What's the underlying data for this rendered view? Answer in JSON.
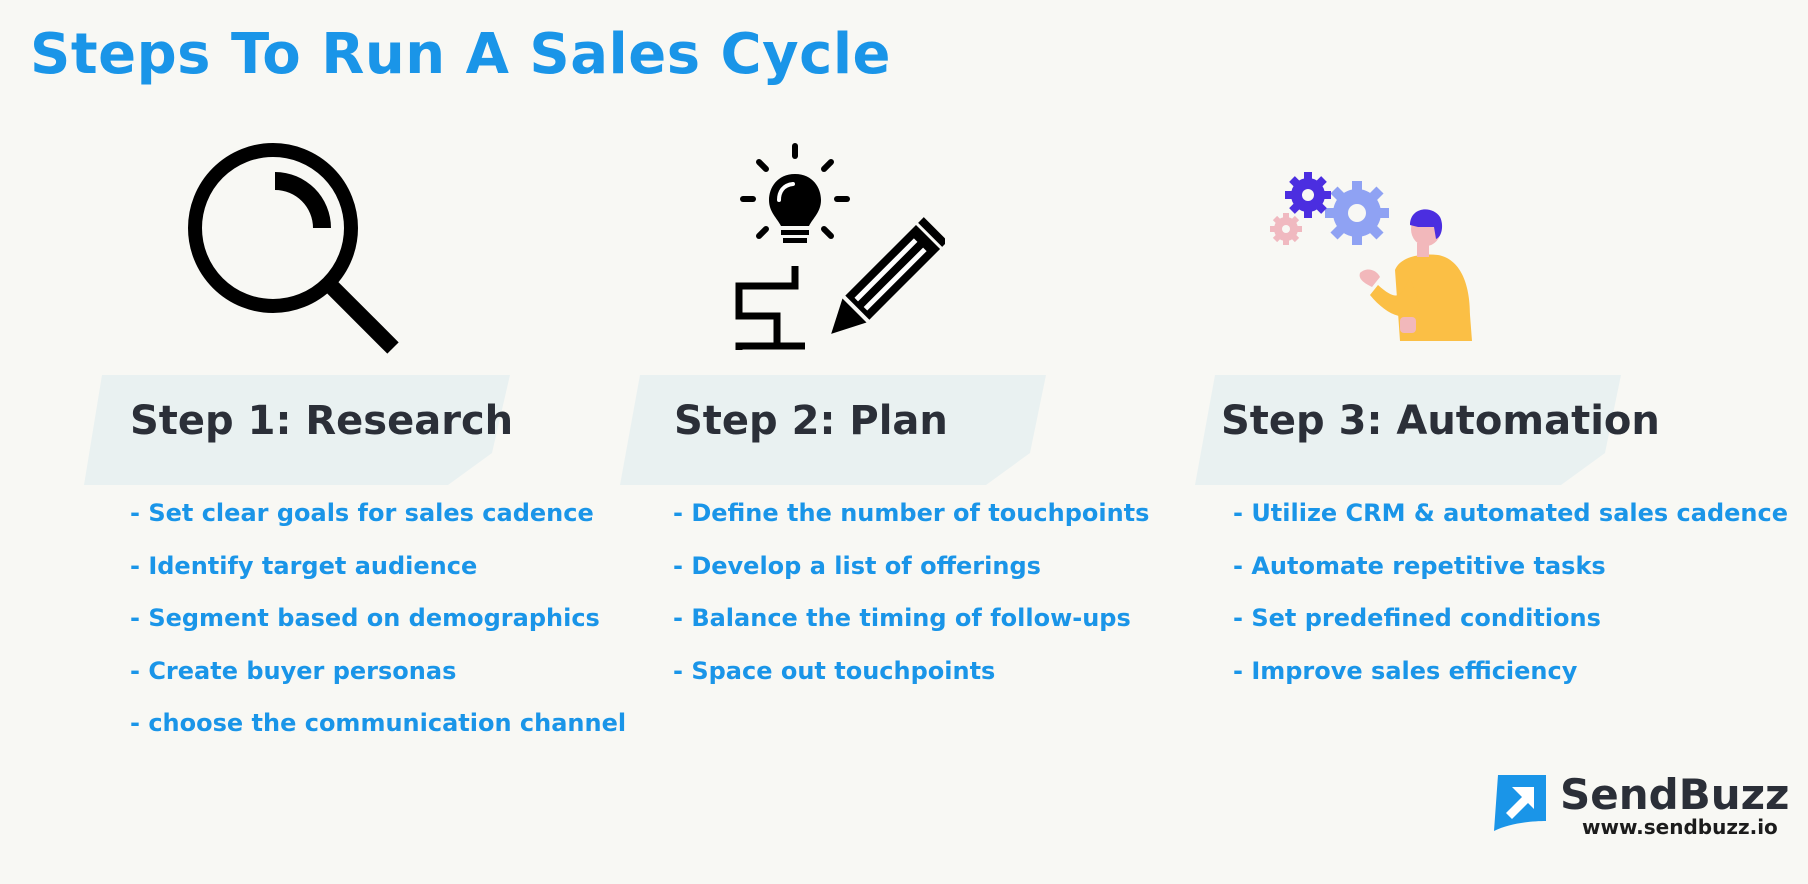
{
  "title": "Steps To Run A Sales Cycle",
  "colors": {
    "accent": "#1a95e8",
    "dark_text": "#2b2f38",
    "banner": "#e9f1f1",
    "background": "#f8f8f4"
  },
  "steps": [
    {
      "label": "Step 1: Research",
      "icon": "magnifying-glass-icon",
      "bullets": [
        "- Set clear goals for sales cadence",
        "- Identify target audience",
        "- Segment based on demographics",
        "- Create buyer personas",
        "- choose the communication channel"
      ]
    },
    {
      "label": "Step 2: Plan",
      "icon": "lightbulb-pencil-icon",
      "bullets": [
        "- Define the number of touchpoints",
        "- Develop a list of offerings",
        "- Balance the timing of follow-ups",
        "- Space out touchpoints"
      ]
    },
    {
      "label": "Step 3: Automation",
      "icon": "person-gears-icon",
      "bullets": [
        "- Utilize CRM & automated sales cadence",
        "- Automate repetitive tasks",
        "- Set predefined conditions",
        "- Improve sales efficiency"
      ]
    }
  ],
  "brand": {
    "name": "SendBuzz",
    "url": "www.sendbuzz.io"
  }
}
